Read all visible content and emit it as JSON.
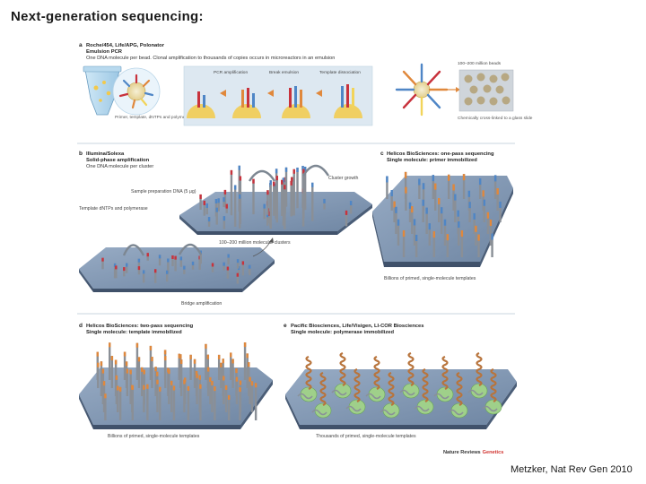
{
  "slide": {
    "title": "Next-generation sequencing:",
    "citation": "Metzker, Nat Rev Gen 2010"
  },
  "figure": {
    "source_label": "Nature Reviews",
    "source_label_accent": "Genetics",
    "panels": {
      "a": {
        "letter": "a",
        "title_lines": [
          "Roche/454, Life/APG, Polonator",
          "Emulsion PCR",
          "One DNA molecule per bead. Clonal amplification to thousands of copies occurs in microreactors in an emulsion"
        ],
        "labels": {
          "pcr": "PCR amplification",
          "break": "Break emulsion",
          "template": "Template dissociation",
          "beads": "100–200 million beads",
          "primer": "Primer, template, dNTPs and polymerase",
          "crosslinked": "Chemically cross-linked to a glass slide"
        }
      },
      "b": {
        "letter": "b",
        "title_lines": [
          "Illumina/Solexa",
          "Solid-phase amplification",
          "One DNA molecule per cluster"
        ],
        "labels": {
          "sample_prep": "Sample preparation DNA (5 µg)",
          "cluster_growth": "Cluster growth",
          "template": "Template dNTPs and polymerase",
          "clusters": "100–200 million molecular clusters",
          "bridge": "Bridge amplification"
        }
      },
      "c": {
        "letter": "c",
        "title_lines": [
          "Helicos BioSciences: one-pass sequencing",
          "Single molecule: primer immobilized"
        ],
        "labels": {
          "caption": "Billions of primed, single-molecule templates"
        }
      },
      "d": {
        "letter": "d",
        "title_lines": [
          "Helicos BioSciences: two-pass sequencing",
          "Single molecule: template immobilized"
        ],
        "labels": {
          "caption": "Billions of primed, single-molecule templates"
        }
      },
      "e": {
        "letter": "e",
        "title_lines": [
          "Pacific Biosciences, Life/Visigen, LI-COR Biosciences",
          "Single molecule: polymerase immobilized"
        ],
        "labels": {
          "caption": "Thousands of primed, single-molecule templates"
        }
      }
    },
    "colors": {
      "slab": "#7d94b0",
      "slab_dark": "#5a6f8a",
      "strand": "#8a8f96",
      "red": "#c8323c",
      "orange": "#e0883c",
      "yellow": "#f2d45a",
      "blue": "#4f86c6",
      "green": "#9fd08a",
      "bead": "#e7e1d8"
    }
  }
}
